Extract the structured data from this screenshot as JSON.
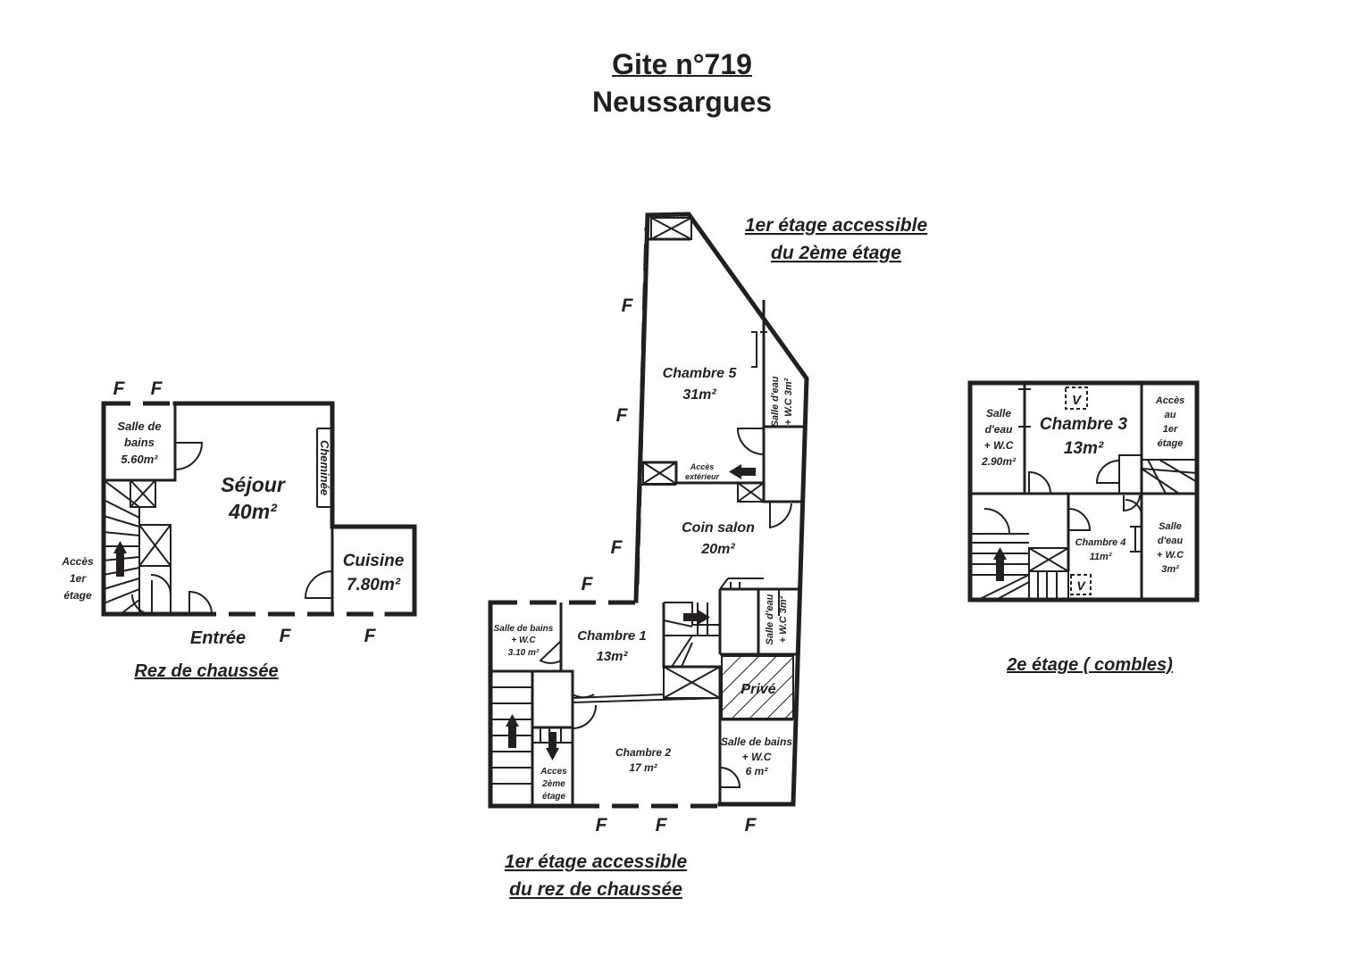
{
  "title": {
    "line1": "Gite n°719",
    "line2": "Neussargues"
  },
  "window_mark": "F",
  "ground_floor": {
    "caption": "Rez de chaussée",
    "entrance": "Entrée",
    "rooms": {
      "bath": [
        "Salle de",
        "bains",
        "5.60m²"
      ],
      "living": [
        "Séjour",
        "40m²"
      ],
      "fireplace": "Cheminée",
      "kitchen": [
        "Cuisine",
        "7.80m²"
      ],
      "stairs_access": [
        "Accès",
        "1er",
        "étage"
      ]
    }
  },
  "first_floor": {
    "caption_top": [
      "1er étage accessible",
      "du 2ème étage"
    ],
    "caption_bottom": [
      "1er étage accessible",
      "du rez de chaussée"
    ],
    "rooms": {
      "chambre5": [
        "Chambre 5",
        "31m²"
      ],
      "shower_top": [
        "Salle d'eau",
        "+ W.C 3m²"
      ],
      "outside_access": [
        "Accès",
        "extérieur"
      ],
      "lounge": [
        "Coin salon",
        "20m²"
      ],
      "chambre1": [
        "Chambre 1",
        "13m²"
      ],
      "bath_small": [
        "Salle de bains",
        "+ W.C",
        "3.10 m²"
      ],
      "shower_mid": [
        "Salle d'eau",
        "+ W.C 3m²"
      ],
      "private": "Privé",
      "chambre2": [
        "Chambre 2",
        "17 m²"
      ],
      "bath_big": [
        "Salle de bains",
        "+ W.C",
        "6 m²"
      ],
      "access2": [
        "Acces",
        "2ème",
        "étage"
      ]
    }
  },
  "second_floor": {
    "caption": "2e étage ( combles)",
    "velux": "V",
    "rooms": {
      "shower_left": [
        "Salle",
        "d'eau",
        "+ W.C",
        "2.90m²"
      ],
      "chambre3": [
        "Chambre 3",
        "13m²"
      ],
      "access1": [
        "Accès",
        "au",
        "1er",
        "étage"
      ],
      "chambre4": [
        "Chambre 4",
        "11m²"
      ],
      "shower_right": [
        "Salle",
        "d'eau",
        "+ W.C",
        "3m²"
      ]
    }
  }
}
